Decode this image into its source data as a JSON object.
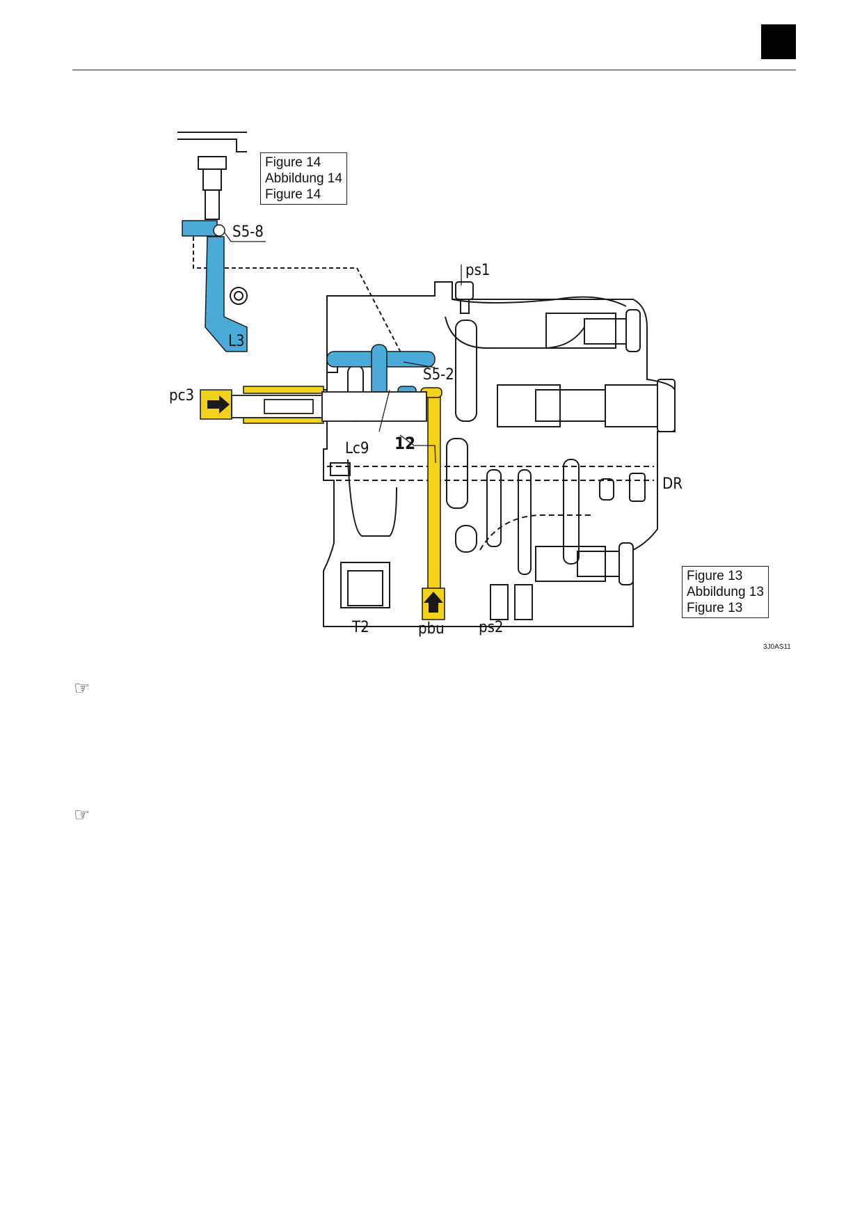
{
  "figure_labels": {
    "s5_8": "S5-8",
    "ps1": "ps1",
    "l3": "L3",
    "s5_2": "S5-2",
    "pc3": "pc3",
    "lc9": "Lc9",
    "n12": "12",
    "dr": "DR",
    "t2": "T2",
    "pbu": "pbu",
    "ps2": "ps2"
  },
  "callouts": {
    "fig14": [
      "Figure 14",
      "Abbildung 14",
      "Figure 14"
    ],
    "fig13": [
      "Figure 13",
      "Abbildung 13",
      "Figure 13"
    ]
  },
  "image_code": "3J0AS11",
  "pointer_icon": "☞",
  "colors": {
    "blue_channel": "#4aaad8",
    "yellow_channel": "#f2d21a",
    "line": "#1a1a1a"
  }
}
